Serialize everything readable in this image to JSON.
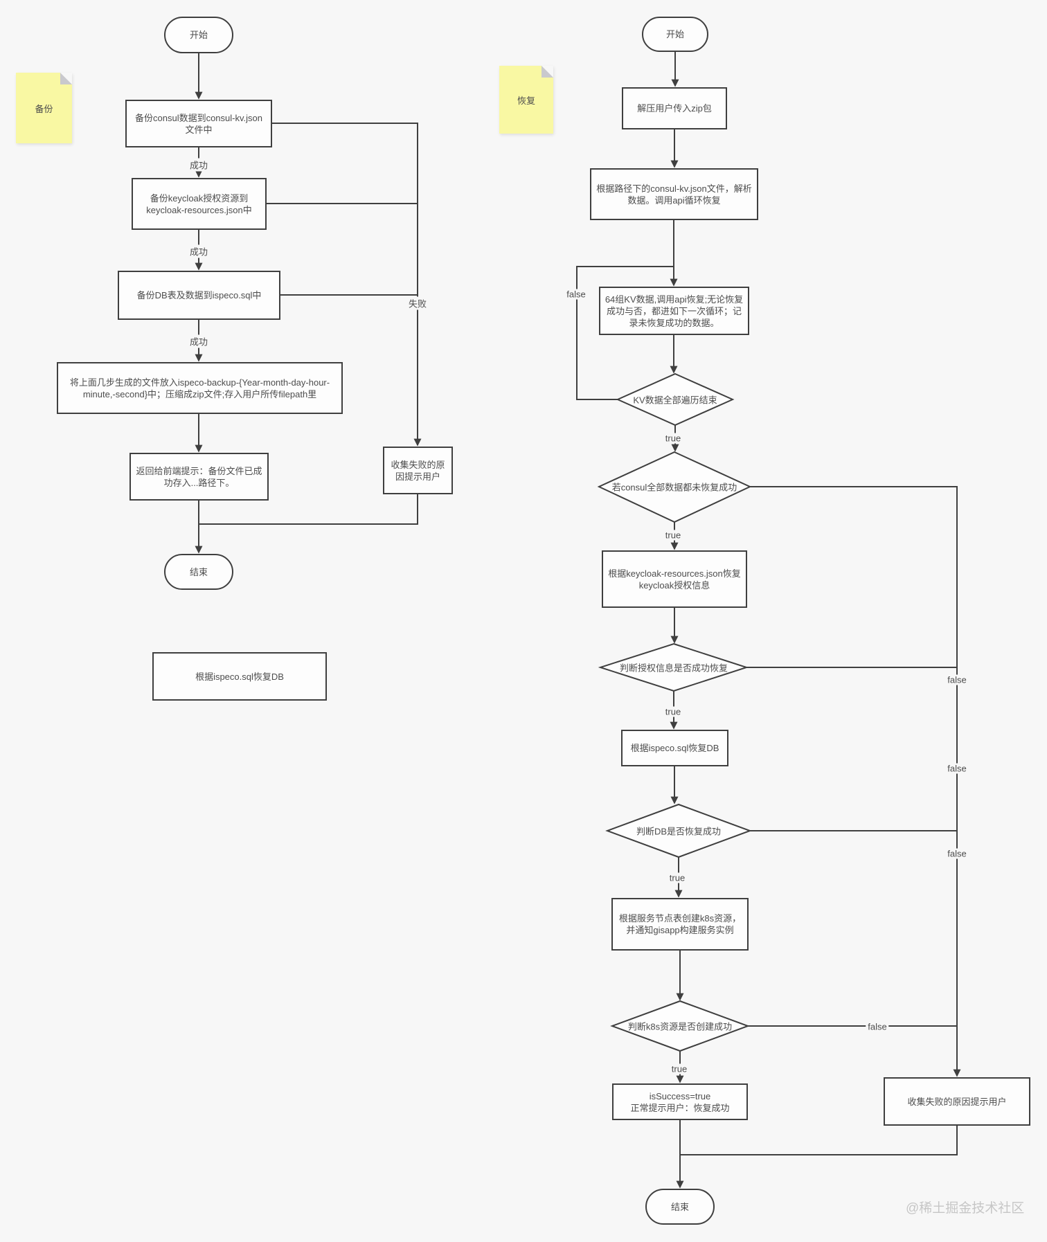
{
  "colors": {
    "background": "#f7f7f7",
    "line": "#3f3f3f",
    "node_fill": "#fdfdfd",
    "text": "#4c4c4c",
    "note_fill": "#f9f8a3",
    "note_fold": "#c9c9cd",
    "watermark_text": "#c6c6c6"
  },
  "backup_flow": {
    "note_label": "备份",
    "start_label": "开始",
    "end_label": "结束",
    "steps": {
      "backup_consul": "备份consul数据到consul-kv.json文件中",
      "backup_keycloak": "备份keycloak授权资源到keycloak-resources.json中",
      "backup_db": "备份DB表及数据到ispeco.sql中",
      "zip_files": "将上面几步生成的文件放入ispeco-backup-{Year-month-day-hour-minute,-second}中；压缩成zip文件;存入用户所传filepath里",
      "notify_success": "返回给前端提示：备份文件已成功存入...路径下。",
      "collect_failure": "收集失败的原因提示用户",
      "restore_db_note": "根据ispeco.sql恢复DB"
    },
    "edge_labels": {
      "success": "成功",
      "failure": "失败"
    }
  },
  "restore_flow": {
    "note_label": "恢复",
    "start_label": "开始",
    "end_label": "结束",
    "steps": {
      "unzip": "解压用户传入zip包",
      "parse_consul": "根据路径下的consul-kv.json文件，解析数据。调用api循环恢复",
      "kv_loop": "64组KV数据,调用api恢复;无论恢复成功与否，都进如下一次循环；记录未恢复成功的数据。",
      "restore_keycloak": "根据keycloak-resources.json恢复keycloak授权信息",
      "restore_db": "根据ispeco.sql恢复DB",
      "create_k8s": "根据服务节点表创建k8s资源，并通知gisapp构建服务实例",
      "success_line1": "isSuccess=true",
      "success_line2": "正常提示用户：恢复成功",
      "collect_failure": "收集失败的原因提示用户"
    },
    "decisions": {
      "kv_done": "KV数据全部遍历结束",
      "consul_all_failed": "若consul全部数据都未恢复成功",
      "auth_restored": "判断授权信息是否成功恢复",
      "db_restored": "判断DB是否恢复成功",
      "k8s_created": "判断k8s资源是否创建成功"
    },
    "edge_labels": {
      "true_label": "true",
      "false_label": "false"
    }
  },
  "watermark": "@稀土掘金技术社区"
}
